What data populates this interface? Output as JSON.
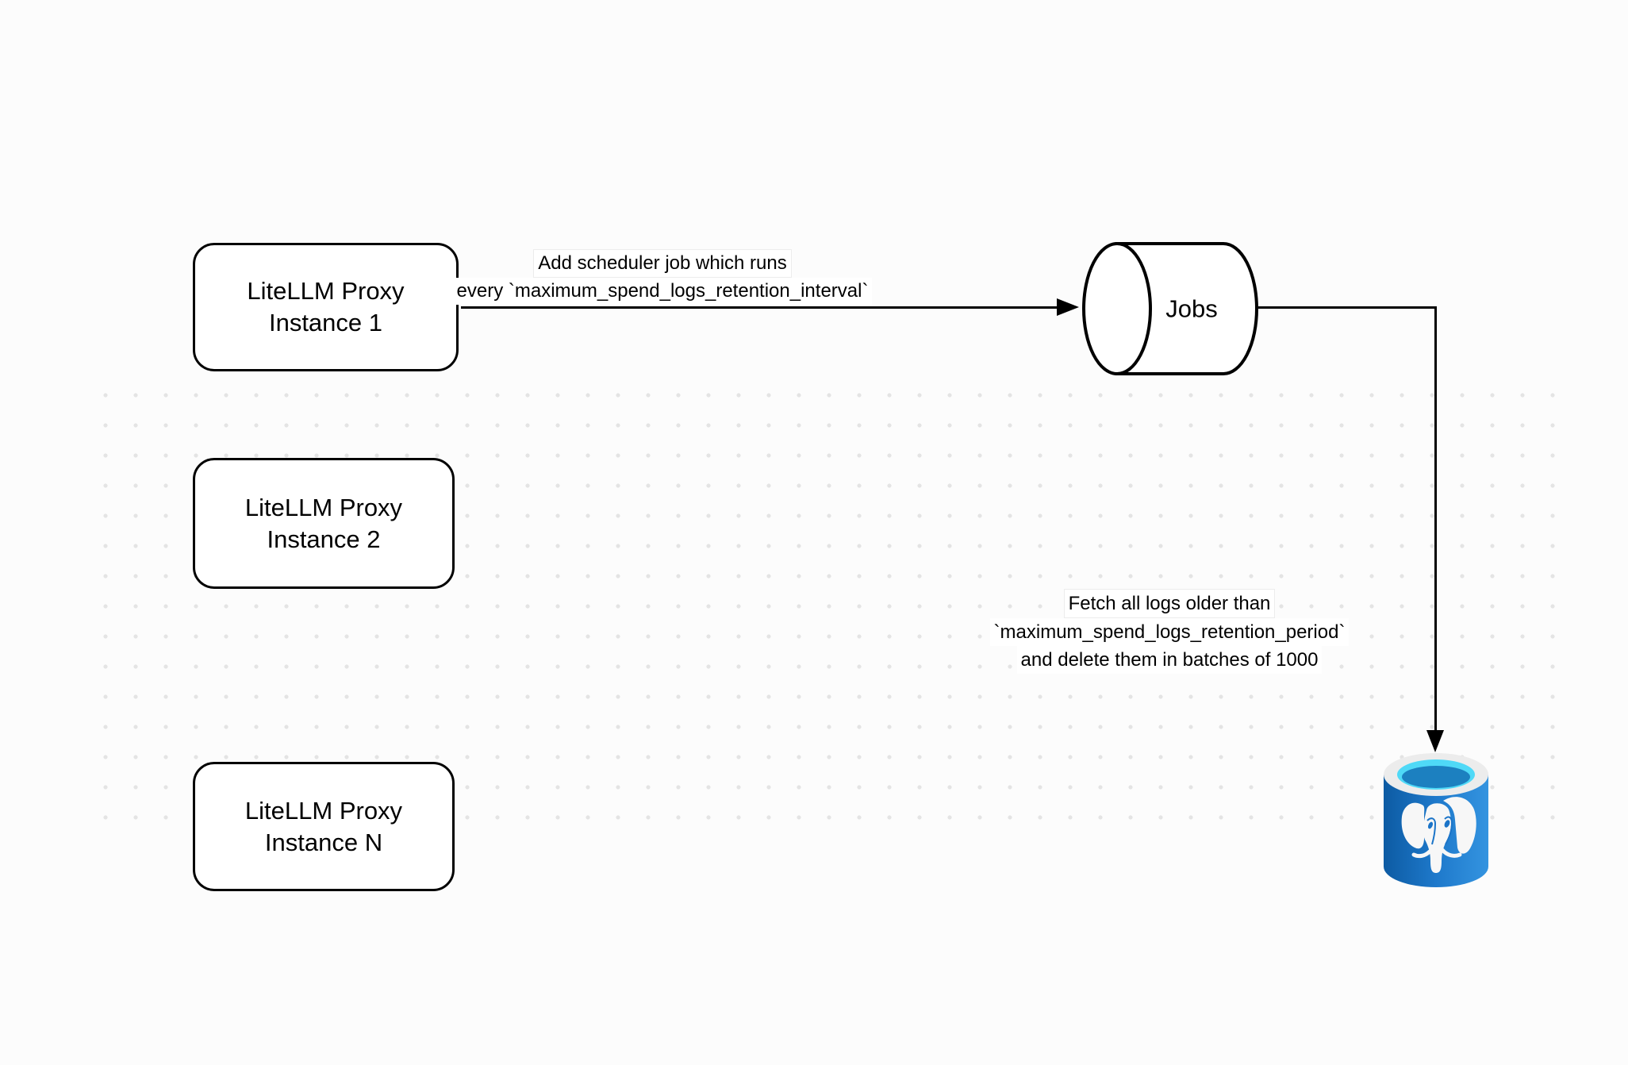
{
  "canvas": {
    "background": "#fcfcfc",
    "dot_color": "#e4e4e4",
    "stroke_color": "#000000"
  },
  "nodes": {
    "instance1": {
      "line1": "LiteLLM Proxy",
      "line2": "Instance 1"
    },
    "instance2": {
      "line1": "LiteLLM Proxy",
      "line2": "Instance 2"
    },
    "instanceN": {
      "line1": "LiteLLM Proxy",
      "line2": "Instance N"
    },
    "jobs": {
      "label": "Jobs"
    }
  },
  "edges": {
    "add_job": {
      "line1": "Add scheduler job which runs",
      "line2": "every `maximum_spend_logs_retention_interval`"
    },
    "fetch": {
      "line1": "Fetch all logs older than",
      "line2": "`maximum_spend_logs_retention_period`",
      "line3": "and delete them in batches of 1000"
    }
  },
  "icons": {
    "postgres": {
      "name": "postgresql-database",
      "body_dark": "#0d5ba3",
      "body_mid": "#1e79cb",
      "body_light": "#3494e0",
      "rim": "#ececec",
      "water_cyan": "#4fd9f7",
      "water_deep": "#1c80c0",
      "elephant": "#f7f7f7",
      "detail_blue": "#1b74c8"
    }
  }
}
